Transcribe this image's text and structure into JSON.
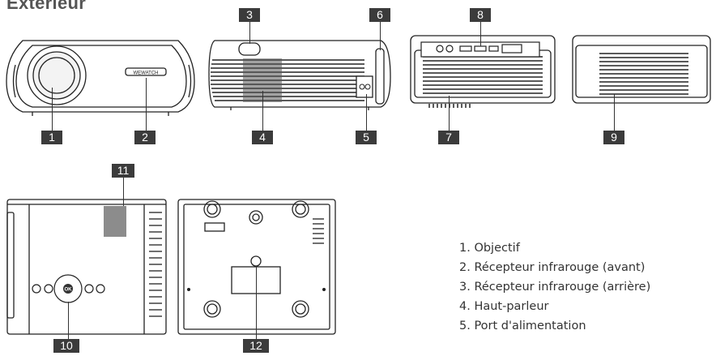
{
  "heading": "Extérieur",
  "callouts": [
    "1",
    "2",
    "3",
    "4",
    "5",
    "6",
    "7",
    "8",
    "9",
    "10",
    "11",
    "12"
  ],
  "brand_label": "WEWATCH",
  "ok_label": "OK",
  "legend": [
    "1. Objectif",
    "2. Récepteur infrarouge (avant)",
    "3. Récepteur infrarouge (arrière)",
    "4. Haut-parleur",
    "5. Port d'alimentation"
  ]
}
